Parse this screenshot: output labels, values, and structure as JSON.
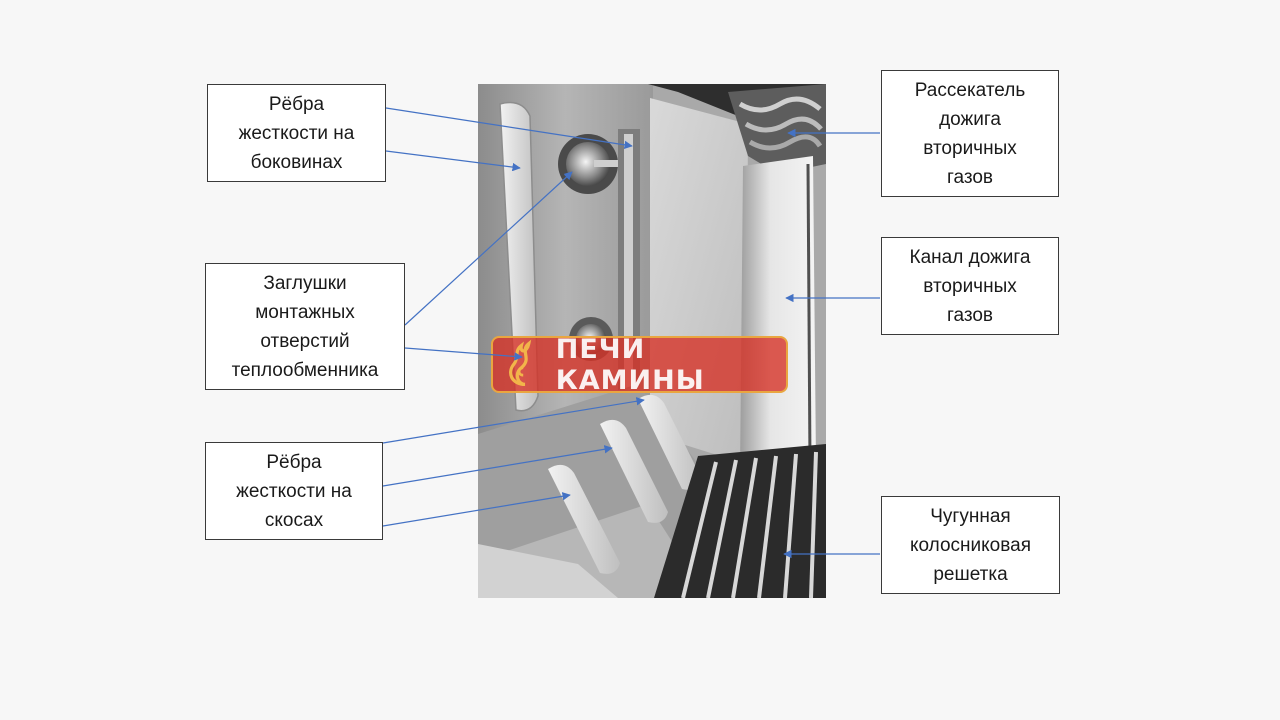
{
  "labels": {
    "ribs_sides": [
      "Рёбра",
      "жесткости на",
      "боковинах"
    ],
    "plugs": [
      "Заглушки",
      "монтажных",
      "отверстий",
      "теплообменника"
    ],
    "ribs_slopes": [
      "Рёбра",
      "жесткости на",
      "скосах"
    ],
    "divider": [
      "Рассекатель",
      "дожига",
      "вторичных",
      "газов"
    ],
    "channel": [
      "Канал дожига",
      "вторичных",
      "газов"
    ],
    "grate": [
      "Чугунная",
      "колосниковая",
      "решетка"
    ]
  },
  "logo": {
    "text": "ПЕЧИ КАМИНЫ"
  },
  "colors": {
    "arrow": "#4472c4",
    "logo_fill": "#d63024",
    "logo_border": "#e9a640",
    "background": "#f7f7f7"
  }
}
